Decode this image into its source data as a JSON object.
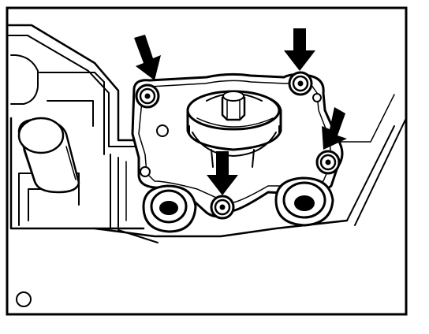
{
  "figure": {
    "subject": "",
    "callouts": [
      {
        "name": "arrow-top-left-bolt",
        "points_to": "bolt-top-left"
      },
      {
        "name": "arrow-top-right-bolt",
        "points_to": "bolt-top-right"
      },
      {
        "name": "arrow-right-bolt",
        "points_to": "bolt-right"
      },
      {
        "name": "arrow-bottom-bolt",
        "points_to": "bolt-bottom"
      }
    ],
    "colors": {
      "ink": "#000000",
      "paper": "#ffffff"
    }
  }
}
